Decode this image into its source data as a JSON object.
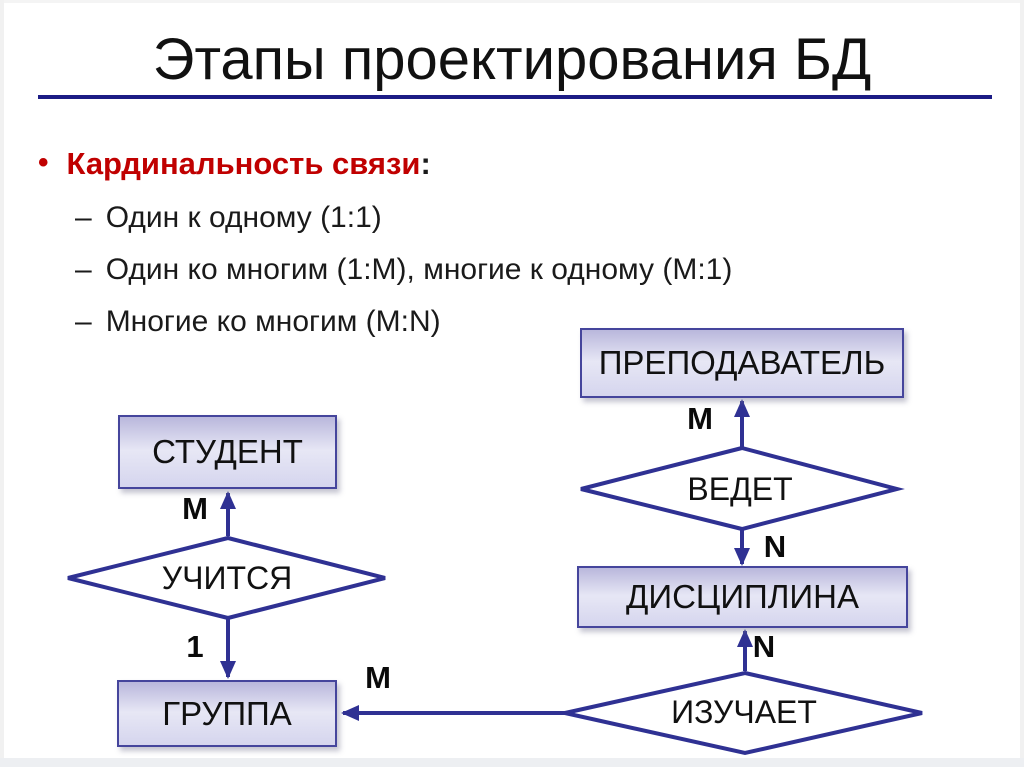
{
  "slide": {
    "title": "Этапы проектирования БД",
    "bullet": {
      "marker": "•",
      "heading": "Кардинальность связи",
      "heading_suffix": ":",
      "item_marker": "–",
      "items": [
        "Один к одному (1:1)",
        "Один ко многим (1:M), многие к одному (M:1)",
        "Многие ко многим (M:N)"
      ]
    }
  },
  "diagram": {
    "entities": {
      "student": {
        "label": "СТУДЕНТ"
      },
      "group": {
        "label": "ГРУППА"
      },
      "teacher": {
        "label": "ПРЕПОДАВАТЕЛЬ"
      },
      "discipline": {
        "label": "ДИСЦИПЛИНА"
      }
    },
    "relationships": {
      "uchitsya": {
        "label": "УЧИТСЯ"
      },
      "vedet": {
        "label": "ВЕДЕТ"
      },
      "izuchaet": {
        "label": "ИЗУЧАЕТ"
      }
    },
    "cardinalities": {
      "uchitsya_student": "M",
      "uchitsya_group": "1",
      "izuchaet_group": "M",
      "vedet_teacher": "M",
      "vedet_discipline": "N",
      "izuchaet_discipline": "N"
    }
  },
  "colors": {
    "underline_navy": "#1c1c85",
    "heading_red": "#c00000",
    "diagram_indigo": "#2f3193",
    "box_border": "#45459c",
    "box_fill_top": "#b9b7dc",
    "box_fill_mid": "#e7e7f5",
    "box_fill_bottom": "#d5d5ee"
  }
}
